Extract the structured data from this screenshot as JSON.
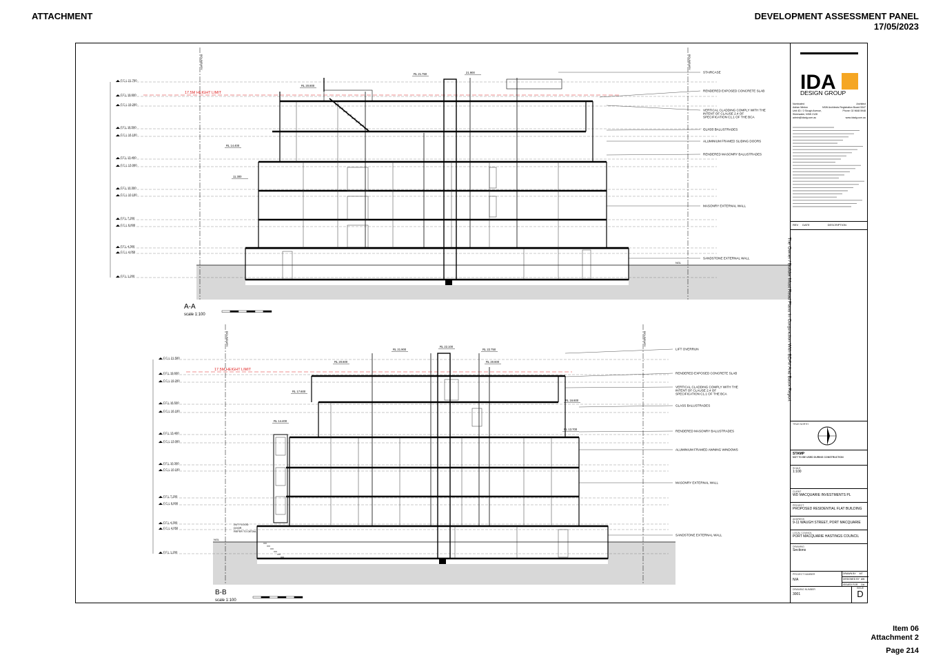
{
  "header": {
    "left": "ATTACHMENT",
    "right_line1": "DEVELOPMENT ASSESSMENT PANEL",
    "right_line2": "17/05/2023"
  },
  "footer": {
    "item": "Item 06",
    "attachment": "Attachment 2",
    "page": "Page 214"
  },
  "side_note": "The Owner / Builder Must Read Plans In Conjunction With BDAV And Basix Report",
  "section_aa": {
    "title": "A-A",
    "scale": "scale 1:100",
    "height_limit": "17.5M HEIGHT LIMIT",
    "boundary": "BOUNDARY",
    "rls": [
      "RL 21.750",
      "21.900",
      "RL 20.800",
      "RL 14.400",
      "11.300"
    ],
    "levels": [
      "F.C.L 21,700",
      "F.F.L 19,600",
      "F.C.L 19,200",
      "F.F.L 16,500",
      "F.C.L 16,100",
      "F.F.L 13,400",
      "F.C.L 13,000",
      "F.F.L 10,300",
      "F.C.L 10,100",
      "F.F.L 7,200",
      "F.C.L 6,800",
      "F.F.L 4,300",
      "F.C.L 4,050",
      "F.F.L 1,200"
    ],
    "callouts": [
      "STAIRCASE",
      "RENDERED EXPOSED CONCRETE SLAB",
      "VERTICAL CLADDING COMPLY WITH THE INTENT OF CLAUSE 2.4 OF SPECIFICATION C1.1 OF THE BCA",
      "GLASS BALUSTRADES",
      "ALUMINIUM FRAMED SLIDING DOORS",
      "RENDERED MASONRY BALUSTRADES",
      "MASONRY EXTERNAL WALL",
      "SANDSTONE EXTERNAL WALL"
    ],
    "ngl": "NGL"
  },
  "section_bb": {
    "title": "B-B",
    "scale": "scale 1:100",
    "height_limit": "17.5M HEIGHT LIMIT",
    "boundary": "BOUNDARY",
    "rls": [
      "RL 21.900",
      "RL 22.100",
      "RL 22.750",
      "RL 20.600",
      "RL 20.600",
      "RL 17.600",
      "RL 16.600",
      "RL 14.400",
      "RL 13.700"
    ],
    "levels": [
      "F.C.L 21,500",
      "F.F.L 19,600",
      "F.C.L 19,200",
      "F.F.L 16,500",
      "F.C.L 16,100",
      "F.F.L 13,400",
      "F.C.L 13,000",
      "F.F.L 10,300",
      "F.C.L 10,100",
      "F.F.L 7,200",
      "F.C.L 6,800",
      "F.F.L 4,300",
      "F.C.L 4,050",
      "F.F.L 1,200"
    ],
    "callouts": [
      "LIFT OVERRUN",
      "RENDERED EXPOSED CONCRETE SLAB",
      "VERTICAL CLADDING COMPLY WITH THE INTENT OF CLAUSE 2.4 OF SPECIFICATION C1.1 OF THE BCA",
      "GLASS BALUSTRADES",
      "RENDERED MASONRY BALUSTRADES",
      "ALUMINIUM FRAMED AWNING WINDOWS",
      "MASONRY EXTERNAL WALL",
      "SANDSTONE EXTERNAL WALL"
    ],
    "door_note": "24/7 FLOOD DOOR REFER TO DETAIL",
    "ngl": "NGL"
  },
  "title_block": {
    "logo_text": "IDA",
    "logo_sub": "DESIGN GROUP",
    "nominated": "Nominated",
    "architect_label": "Architect",
    "architect_name": "Adrian Winton",
    "registration": "NSW Architects Registration Board 5347",
    "address1": "Unit 4D / 2 Slough Avenue,",
    "address2": "Silverwater, NSW 2128",
    "phone": "Phone: 02 9648 5948",
    "email": "admin@idadg.com.au",
    "web": "www.idadg.com.au",
    "rev_headers": [
      "REV",
      "DATE",
      "DESCRIPTION"
    ],
    "north_label": "TRUE NORTH",
    "stamp": "STAMP",
    "stamp_note": "NOT TO BE USED DURING CONSTRUCTION",
    "scale_label": "SCALE",
    "scale": "1:100",
    "client_label": "CLIENT",
    "client": "WD MACQUARIE INVESTMENTS PL",
    "project_label": "PROJECT",
    "project": "PROPOSED RESIDENTIAL FLAT BUILDING",
    "address_label": "ADDRESS",
    "site_address": "9-11 WAUGH STREET, PORT MACQUARIE",
    "council_label": "LOCAL COUNCIL",
    "council": "PORT MACQUARIE HASTINGS COUNCIL",
    "drawing_label": "DRAWING",
    "drawing": "Sections",
    "project_number_label": "PROJECT NUMBER",
    "project_number": "N/A",
    "drawn_by_label": "DRAWN BY",
    "drawn_by": "MT",
    "designed_by_label": "DESIGNED BY",
    "designed_by": "AW",
    "issued_for_label": "ISSUED FOR",
    "issued_for": "DA",
    "drawing_number_label": "DRAWING NUMBER",
    "drawing_number": "3001",
    "issue_label": "ISSUE",
    "issue": "D"
  },
  "colors": {
    "line": "#000000",
    "height_limit": "#e02020",
    "accent": "#f5a623",
    "ground": "#d8d8d8"
  }
}
